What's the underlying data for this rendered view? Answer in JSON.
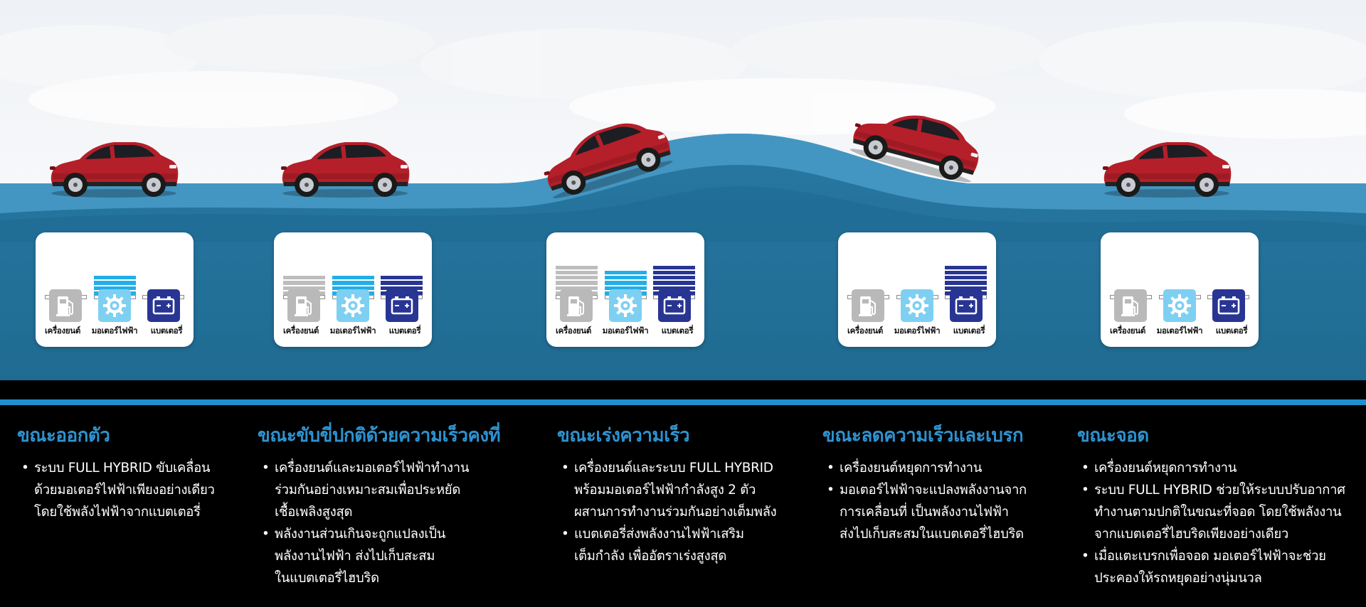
{
  "colors": {
    "sky_top": "#f2f4f7",
    "wave_light": "#3a93c0",
    "wave_mid": "#2a7fa9",
    "wave_dark": "#1f6e96",
    "accent_blue": "#1e8fd0",
    "heading_blue": "#2e92cf",
    "engine_gray": "#bdbdbd",
    "motor_cyan": "#22aee8",
    "battery_navy": "#283593",
    "car_red": "#b51f2a"
  },
  "labels": {
    "engine": "เครื่องยนต์",
    "motor": "มอเตอร์ไฟฟ้า",
    "battery": "แบตเตอรี่"
  },
  "stages": [
    {
      "levels": {
        "engine": 0,
        "motor": 4,
        "battery": 0
      },
      "heading": "ขณะออกตัว",
      "bullets": [
        "ระบบ FULL HYBRID ขับเคลื่อน\nด้วยมอเตอร์ไฟฟ้าเพียงอย่างเดียว\nโดยใช้พลังไฟฟ้าจากแบตเตอรี่"
      ]
    },
    {
      "levels": {
        "engine": 4,
        "motor": 4,
        "battery": 4
      },
      "heading": "ขณะขับขี่ปกติด้วยความเร็วคงที่",
      "bullets": [
        "เครื่องยนต์และมอเตอร์ไฟฟ้าทำงาน\nร่วมกันอย่างเหมาะสมเพื่อประหยัด\nเชื้อเพลิงสูงสุด",
        "พลังงานส่วนเกินจะถูกแปลงเป็น\nพลังงานไฟฟ้า ส่งไปเก็บสะสม\nในแบตเตอรี่ไฮบริด"
      ]
    },
    {
      "levels": {
        "engine": 6,
        "motor": 5,
        "battery": 6
      },
      "heading": "ขณะเร่งความเร็ว",
      "bullets": [
        "เครื่องยนต์และระบบ FULL HYBRID\nพร้อมมอเตอร์ไฟฟ้ากำลังสูง 2 ตัว\nผสานการทำงานร่วมกันอย่างเต็มพลัง",
        "แบตเตอรี่ส่งพลังงานไฟฟ้าเสริม\nเต็มกำลัง เพื่ออัตราเร่งสูงสุด"
      ]
    },
    {
      "levels": {
        "engine": 0,
        "motor": 0,
        "battery": 6
      },
      "heading": "ขณะลดความเร็วและเบรก",
      "bullets": [
        "เครื่องยนต์หยุดการทำงาน",
        "มอเตอร์ไฟฟ้าจะแปลงพลังงานจาก\nการเคลื่อนที่ เป็นพลังงานไฟฟ้า\nส่งไปเก็บสะสมในแบตเตอรี่ไฮบริด"
      ]
    },
    {
      "levels": {
        "engine": 0,
        "motor": 0,
        "battery": 0
      },
      "heading": "ขณะจอด",
      "bullets": [
        "เครื่องยนต์หยุดการทำงาน",
        "ระบบ FULL HYBRID ช่วยให้ระบบปรับอากาศ\nทำงานตามปกติในขณะที่จอด โดยใช้พลังงาน\nจากแบตเตอรี่ไฮบริดเพียงอย่างเดียว",
        "เมื่อแตะเบรกเพื่อจอด มอเตอร์ไฟฟ้าจะช่วย\nประคองให้รถหยุดอย่างนุ่มนวล"
      ]
    }
  ]
}
